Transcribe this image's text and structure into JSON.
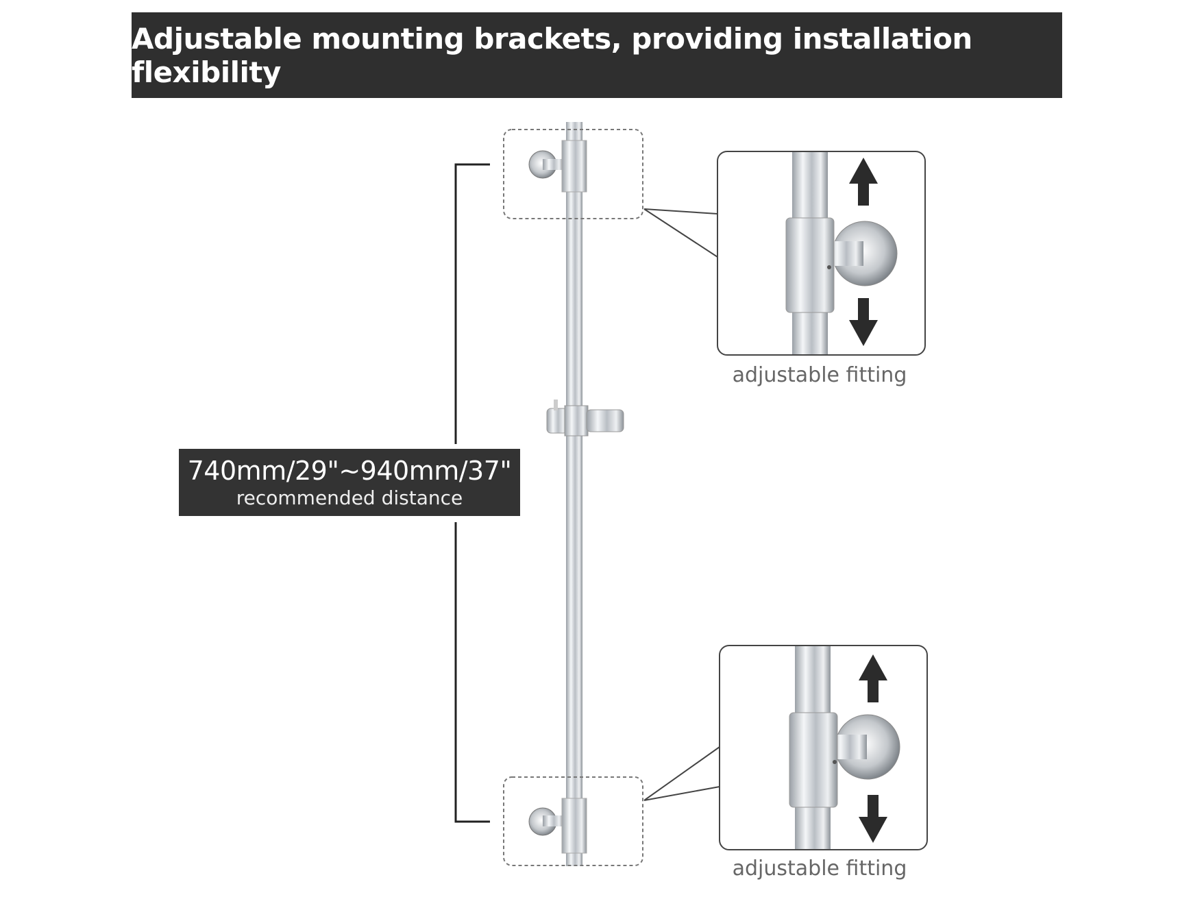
{
  "header": {
    "title": "Adjustable mounting brackets, providing installation flexibility"
  },
  "distance_label": {
    "range": "740mm/29\"~940mm/37\"",
    "caption": "recommended distance"
  },
  "insets": [
    {
      "caption": "adjustable fitting"
    },
    {
      "caption": "adjustable fitting"
    }
  ],
  "colors": {
    "banner": "#2f2f2f",
    "chrome": "#c8ccd0",
    "arrow": "#2b2b2b"
  }
}
